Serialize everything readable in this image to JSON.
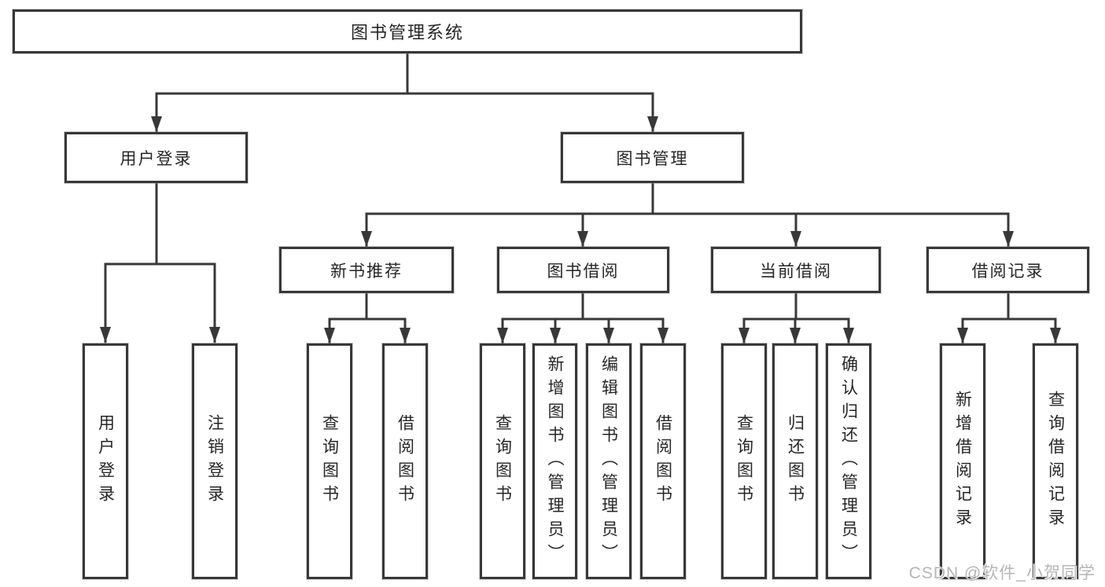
{
  "diagram": {
    "root": {
      "label": "图书管理系统"
    },
    "branches": [
      {
        "label": "用户登录",
        "children": [
          {
            "label": "用户登录"
          },
          {
            "label": "注销登录"
          }
        ]
      },
      {
        "label": "图书管理",
        "children": [
          {
            "label": "新书推荐",
            "children": [
              {
                "label": "查询图书"
              },
              {
                "label": "借阅图书"
              }
            ]
          },
          {
            "label": "图书借阅",
            "children": [
              {
                "label": "查询图书"
              },
              {
                "label": "新增图书（管理员）"
              },
              {
                "label": "编辑图书（管理员）"
              },
              {
                "label": "借阅图书"
              }
            ]
          },
          {
            "label": "当前借阅",
            "children": [
              {
                "label": "查询图书"
              },
              {
                "label": "归还图书"
              },
              {
                "label": "确认归还（管理员）"
              }
            ]
          },
          {
            "label": "借阅记录",
            "children": [
              {
                "label": "新增借阅记录"
              },
              {
                "label": "查询借阅记录"
              }
            ]
          }
        ]
      }
    ],
    "colors": {
      "line": "#383838",
      "box_border": "#383838",
      "box_background": "#ffffff",
      "text": "#262626",
      "watermark": "#b5b5b5"
    }
  },
  "watermark": {
    "text": "CSDN @软件_小贺同学"
  }
}
